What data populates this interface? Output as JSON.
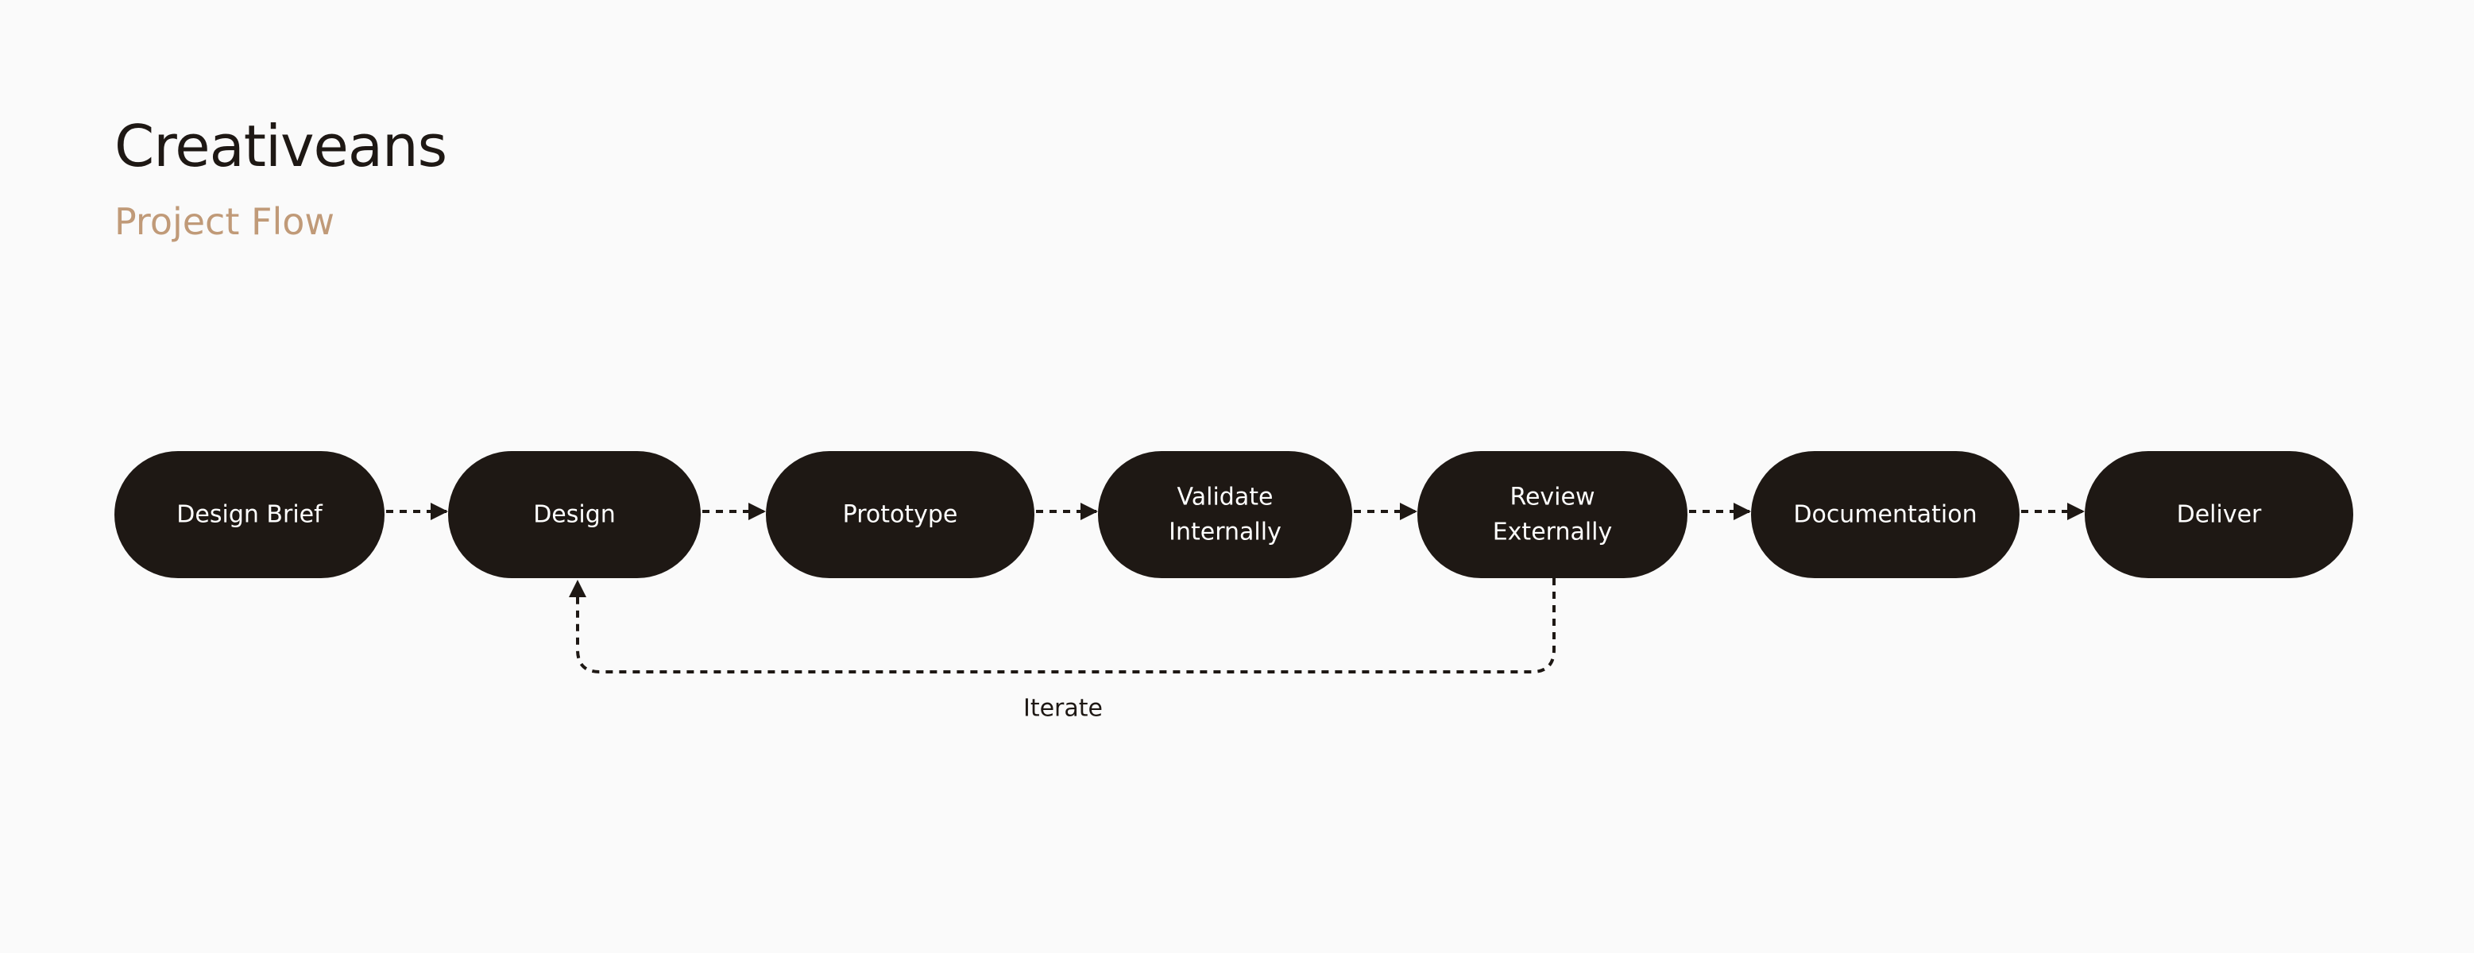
{
  "header": {
    "title": "Creativeans",
    "subtitle": "Project Flow"
  },
  "flow": {
    "steps": [
      {
        "id": "design-brief",
        "lines": [
          "Design Brief"
        ]
      },
      {
        "id": "design",
        "lines": [
          "Design"
        ]
      },
      {
        "id": "prototype",
        "lines": [
          "Prototype"
        ]
      },
      {
        "id": "validate-internally",
        "lines": [
          "Validate",
          "Internally"
        ]
      },
      {
        "id": "review-externally",
        "lines": [
          "Review",
          "Externally"
        ]
      },
      {
        "id": "documentation",
        "lines": [
          "Documentation"
        ]
      },
      {
        "id": "deliver",
        "lines": [
          "Deliver"
        ]
      }
    ],
    "loop": {
      "from": "review-externally",
      "to": "design",
      "label": "Iterate"
    }
  },
  "colors": {
    "node_fill": "#1e1814",
    "node_text": "#ffffff",
    "connector": "#1e1814",
    "subtitle": "#c09a78",
    "background": "#fafafa"
  }
}
